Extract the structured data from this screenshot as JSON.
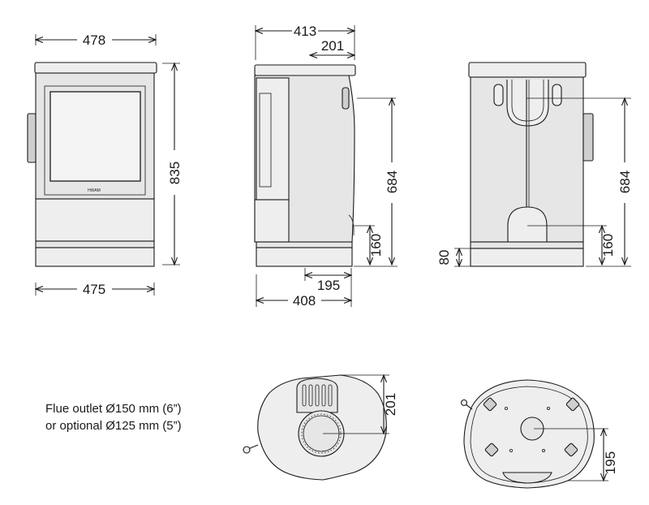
{
  "front_view": {
    "top_width": "478",
    "bottom_width": "475",
    "height": "835",
    "brand": "HWAM"
  },
  "side_view": {
    "top_depth": "413",
    "top_offset": "201",
    "flue_height": "684",
    "air_height": "160",
    "bottom_offset": "195",
    "bottom_depth": "408"
  },
  "rear_view": {
    "flue_height": "684",
    "air_height": "160",
    "base_height": "80"
  },
  "top_view": {
    "flue_offset": "201"
  },
  "bottom_view": {
    "air_offset": "195"
  },
  "note": {
    "line1": "Flue outlet Ø150 mm (6”)",
    "line2": "or optional Ø125 mm (5”)"
  }
}
